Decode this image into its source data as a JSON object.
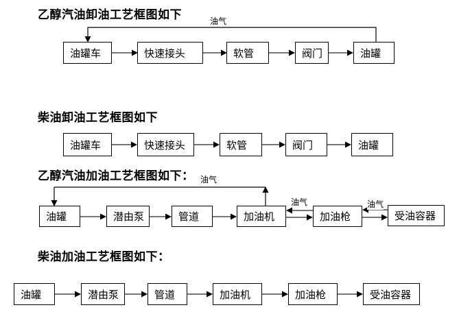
{
  "diagrams": [
    {
      "title": "乙醇汽油卸油工艺框图如下",
      "vapor_label": "油气",
      "boxes": [
        "油罐车",
        "快速接头",
        "软管",
        "阀门",
        "油罐"
      ]
    },
    {
      "title": "柴油卸油工艺框图如下",
      "boxes": [
        "油罐车",
        "快速接头",
        "软管",
        "阀门",
        "油罐"
      ]
    },
    {
      "title": "乙醇汽油加油工艺框图如下：",
      "vapor_labels": [
        "油气",
        "油气",
        "油气"
      ],
      "boxes": [
        "油罐",
        "潜由泵",
        "管道",
        "加油机",
        "加油枪",
        "受油容器"
      ]
    },
    {
      "title": "柴油加油工艺框图如下：",
      "boxes": [
        "油罐",
        "潜由泵",
        "管道",
        "加油机",
        "加油枪",
        "受油容器"
      ]
    }
  ],
  "colors": {
    "background": "#ffffff",
    "box_border": "#000000",
    "text": "#000000",
    "arrow_shaft": "#4a4a4a",
    "arrow_head": "#000000"
  }
}
